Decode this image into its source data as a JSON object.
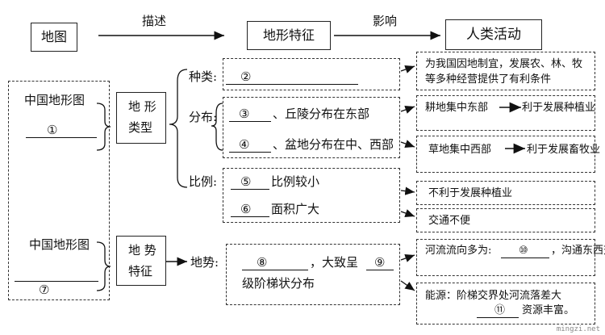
{
  "top": {
    "map": "地图",
    "describe": "描述",
    "terrain_features": "地形特征",
    "influence": "影响",
    "human_activity": "人类活动"
  },
  "left": {
    "terrain_map_1": "中国地形图",
    "blank_1": "①",
    "terrain_map_2": "中国地形图",
    "blank_7": "⑦"
  },
  "types_box": {
    "line1": "地 形",
    "line2": "类型"
  },
  "slope_box": {
    "line1": "地 势",
    "line2": "特征"
  },
  "middle": {
    "kind_label": "种类:",
    "blank_2": "②",
    "dist_label": "分布:",
    "blank_3": "③",
    "dist_text_1": "、丘陵分布在东部",
    "blank_4": "④",
    "dist_text_2": "、盆地分布在中、西部",
    "ratio_label": "比例:",
    "blank_5": "⑤",
    "ratio_text_1": "比例较小",
    "blank_6": "⑥",
    "ratio_text_2": "面积广大",
    "slope_label": "地势:",
    "blank_8": "⑧",
    "slope_text_1": "，大致呈",
    "blank_9": "⑨",
    "slope_text_2": "级阶梯状分布"
  },
  "right": {
    "r1": "为我国因地制宜，发展农、林、牧等多种经营提供了有利条件",
    "r2": "耕地集中东部",
    "r2b": "利于发展种植业",
    "r3": "草地集中西部",
    "r3b": "利于发展畜牧业",
    "r4": "不利于发展种植业",
    "r5": "交通不便",
    "r6a": "河流流向多为:",
    "blank_10": "⑩",
    "r6b": "，沟通东西交通。",
    "r7a": "能源：阶梯交界处河流落差大",
    "blank_11": "⑪",
    "r7b": "资源丰富。"
  },
  "watermark": "mingzi.net"
}
